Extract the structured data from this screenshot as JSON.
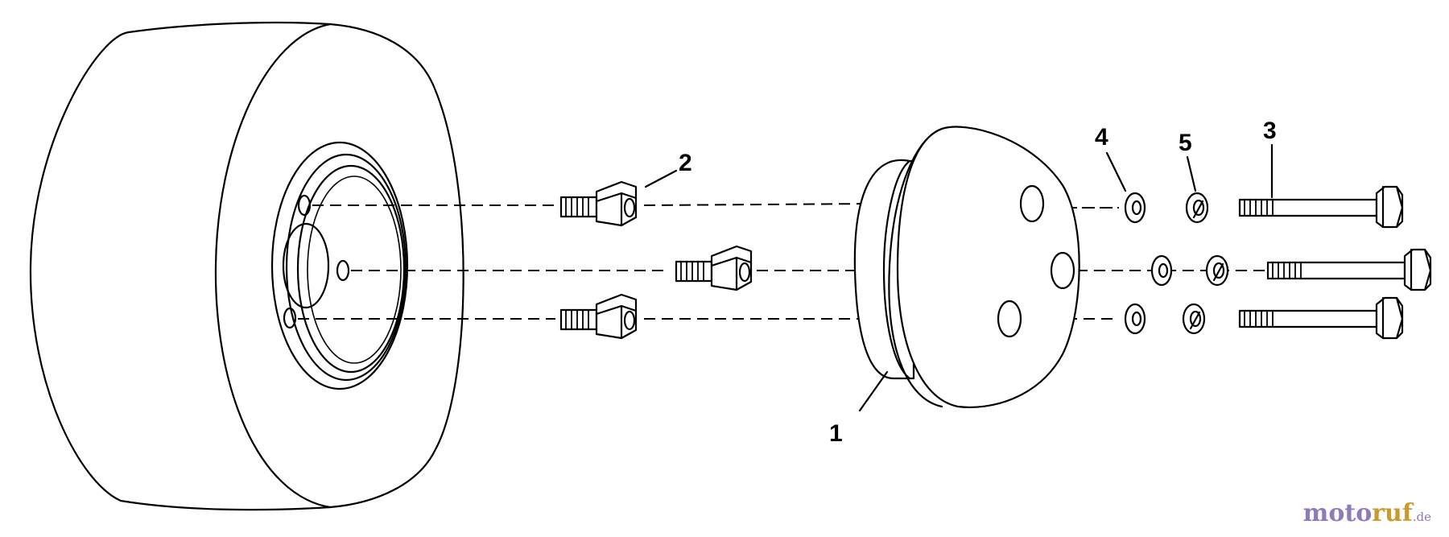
{
  "callouts": {
    "wheel_hub": "1",
    "spacer": "2",
    "bolt": "3",
    "flat_washer": "4",
    "lock_washer": "5"
  },
  "watermark": {
    "part_a": "moto",
    "part_b": "ruf",
    "tld": ".de"
  },
  "colors": {
    "line_art": "#000000",
    "background": "#ffffff",
    "watermark_purple": "#8f7bb8",
    "watermark_gold": "#c99a2e"
  }
}
